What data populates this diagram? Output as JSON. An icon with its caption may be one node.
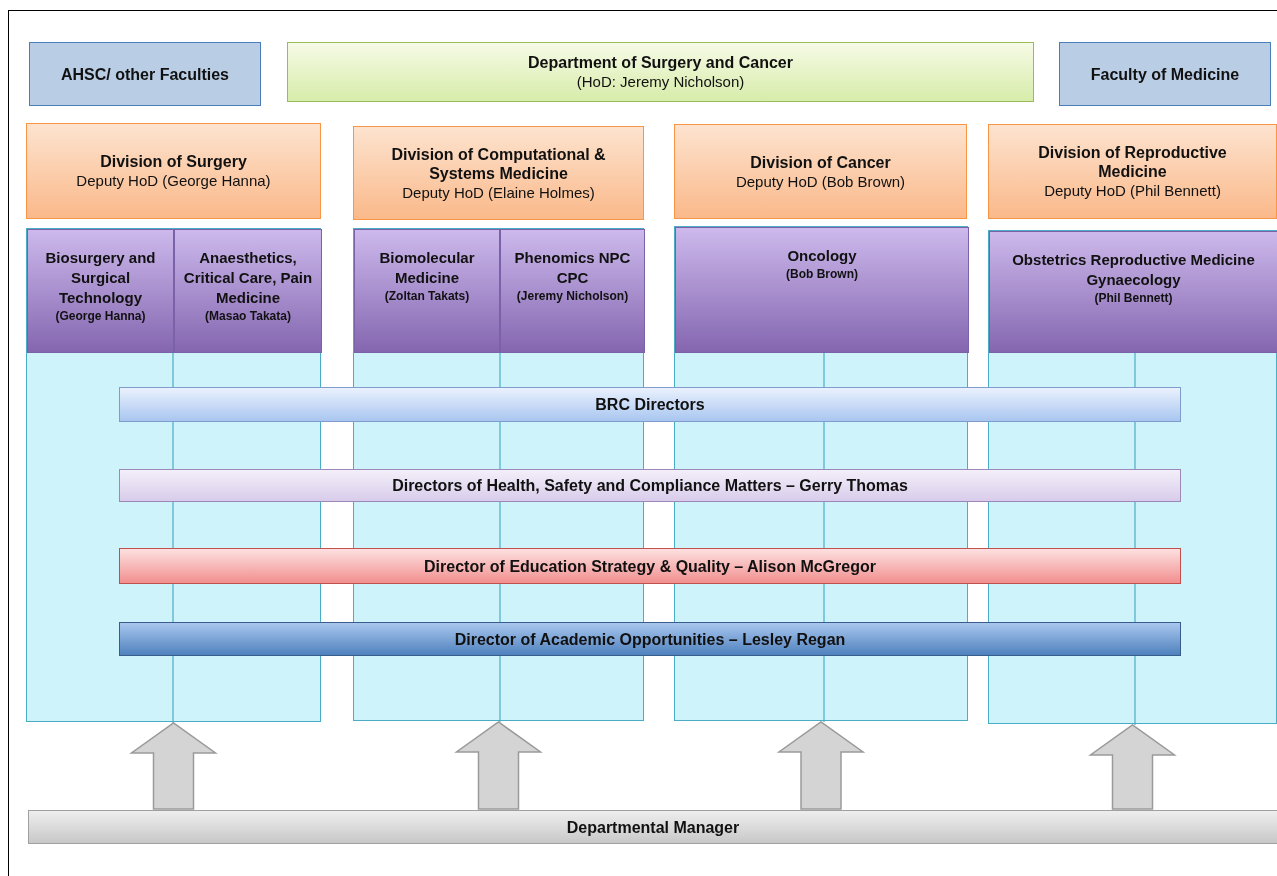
{
  "diagram": {
    "nodes": [
      {
        "text": [
          "AHSC/ other Faculties"
        ]
      },
      {
        "text": [
          "Department of Surgery and Cancer",
          "(HoD: Jeremy Nicholson)"
        ]
      },
      {
        "text": [
          "Faculty of Medicine"
        ]
      },
      {
        "text": [
          "Division of Surgery",
          "Deputy HoD (George Hanna)"
        ]
      },
      {
        "text": [
          "Division of Computational & Systems Medicine",
          "Deputy HoD (Elaine Holmes)"
        ]
      },
      {
        "text": [
          "Division of Cancer",
          "Deputy HoD (Bob Brown)"
        ]
      },
      {
        "text": [
          "Division of Reproductive Medicine",
          "Deputy HoD (Phil Bennett)"
        ]
      },
      {
        "text": [],
        "shape": "box"
      },
      {
        "text": [
          "Biosurgery and Surgical Technology",
          "(George Hanna)"
        ],
        "in": 7
      },
      {
        "text": [
          "Anaesthetics, Critical Care, Pain Medicine",
          "(Masao Takata)"
        ],
        "in": 7
      },
      {
        "text": [],
        "shape": "box"
      },
      {
        "text": [
          "Biomolecular Medicine",
          "(Zoltan Takats)"
        ],
        "in": 10
      },
      {
        "text": [
          "Phenomics NPC CPC",
          "(Jeremy Nicholson)"
        ],
        "in": 10
      },
      {
        "text": [],
        "shape": "box"
      },
      {
        "text": [
          "Oncology",
          "(Bob Brown)"
        ],
        "in": 13
      },
      {
        "text": [],
        "shape": "box"
      },
      {
        "text": [
          "Obstetrics Reproductive Medicine Gynaecology",
          "(Phil Bennett)"
        ],
        "in": 15
      },
      {
        "text": [
          "BRC Directors"
        ]
      },
      {
        "text": [
          "Directors of Health, Safety and Compliance Matters – Gerry Thomas"
        ]
      },
      {
        "text": [
          "Director of Education  Strategy & Quality  – Alison McGregor"
        ]
      },
      {
        "text": [
          "Director of Academic Opportunities  – Lesley Regan"
        ]
      },
      {
        "text": [
          "Departmental Manager"
        ]
      }
    ],
    "edges": [
      {
        "from": 21,
        "to": 7,
        "arrow": "to"
      },
      {
        "from": 21,
        "to": 10,
        "arrow": "to"
      },
      {
        "from": 21,
        "to": 13,
        "arrow": "to"
      },
      {
        "from": 21,
        "to": 15,
        "arrow": "to"
      }
    ]
  }
}
